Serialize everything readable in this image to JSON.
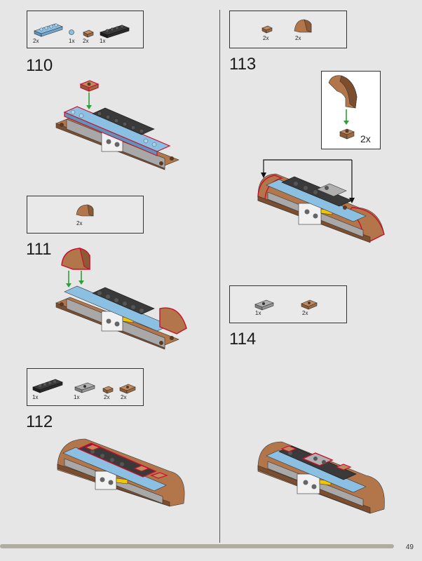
{
  "page": {
    "number": "49"
  },
  "steps": [
    {
      "number": "110",
      "parts": [
        "2x",
        "1x",
        "2x",
        "1x"
      ]
    },
    {
      "number": "111",
      "parts": [
        "2x"
      ]
    },
    {
      "number": "112",
      "parts": [
        "1x",
        "1x",
        "2x",
        "2x"
      ]
    },
    {
      "number": "113",
      "parts": [
        "2x",
        "2x"
      ],
      "callout_qty": "2x"
    },
    {
      "number": "114",
      "parts": [
        "1x",
        "2x"
      ]
    }
  ],
  "colors": {
    "tan": "#b3764a",
    "light_blue": "#7fb3d9",
    "black": "#2b2b2b",
    "grey": "#a8a8a8",
    "yellow": "#f2c500",
    "red_outline": "#c8102e",
    "arrow_green": "#2e9e3a"
  }
}
